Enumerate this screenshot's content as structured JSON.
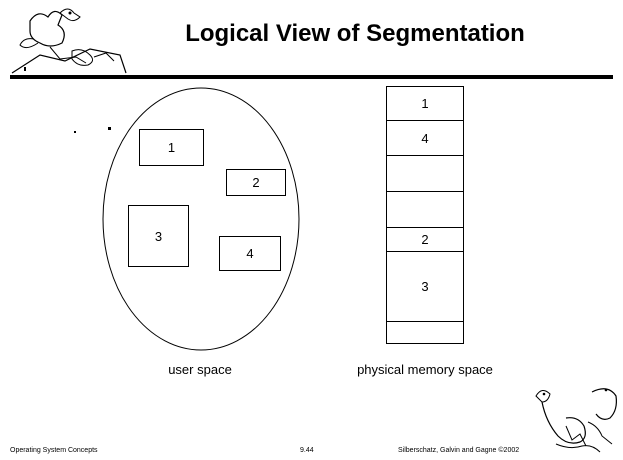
{
  "slide": {
    "title": "Logical View of Segmentation",
    "user_space_segments": [
      "1",
      "2",
      "3",
      "4"
    ],
    "user_space_label": "user space",
    "physical_memory_blocks": [
      "1",
      "4",
      "",
      "",
      "2",
      "3",
      ""
    ],
    "physical_memory_label": "physical memory space"
  },
  "footer": {
    "left": "Operating System Concepts",
    "center": "9.44",
    "right": "Silberschatz, Galvin and  Gagne ©2002"
  },
  "icons": {
    "top_left": "dinosaur-illustration-icon",
    "bottom_right": "dinosaur-illustration-icon"
  }
}
